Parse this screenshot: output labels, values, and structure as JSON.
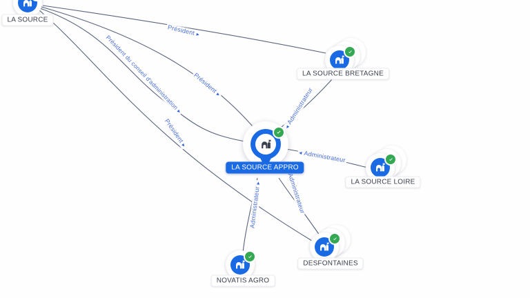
{
  "graph": {
    "type": "company-relationship-network",
    "colors": {
      "accent_blue": "#1a6ae4",
      "verified_green": "#34a853",
      "edge_line": "#46526f",
      "edge_label_blue": "#4a6fdb"
    },
    "nodes": [
      {
        "id": "la-source",
        "label": "LA SOURCE",
        "icon": "company-icon",
        "verified": true,
        "selected": false
      },
      {
        "id": "la-source-bretagne",
        "label": "LA SOURCE BRETAGNE",
        "icon": "company-icon",
        "verified": true,
        "selected": false,
        "stacked": true
      },
      {
        "id": "la-source-appro",
        "label": "LA SOURCE APPRO",
        "icon": "company-icon",
        "verified": true,
        "selected": true
      },
      {
        "id": "la-source-loire",
        "label": "LA SOURCE LOIRE",
        "icon": "company-icon",
        "verified": true,
        "selected": false,
        "stacked": true
      },
      {
        "id": "desfontaines",
        "label": "DESFONTAINES",
        "icon": "company-icon",
        "verified": true,
        "selected": false,
        "stacked": true
      },
      {
        "id": "novatis-agro",
        "label": "NOVATIS AGRO",
        "icon": "company-icon",
        "verified": true,
        "selected": false
      }
    ],
    "edges": [
      {
        "from": "la-source",
        "to": "la-source-bretagne",
        "label": "Président"
      },
      {
        "from": "la-source",
        "to": "la-source-appro",
        "label": "Président"
      },
      {
        "from": "la-source",
        "to": "la-source-appro",
        "label": "Président du conseil d'administration"
      },
      {
        "from": "la-source",
        "to": "desfontaines",
        "label": "Président"
      },
      {
        "from": "la-source-bretagne",
        "to": "la-source-appro",
        "label": "Administrateur"
      },
      {
        "from": "la-source-loire",
        "to": "la-source-appro",
        "label": "Administrateur"
      },
      {
        "from": "novatis-agro",
        "to": "la-source-appro",
        "label": "Administrateur"
      },
      {
        "from": "desfontaines",
        "to": "la-source-appro",
        "label": "Administrateur"
      }
    ],
    "arrow_glyphs": {
      "forward": "▸",
      "backward": "◂"
    }
  }
}
